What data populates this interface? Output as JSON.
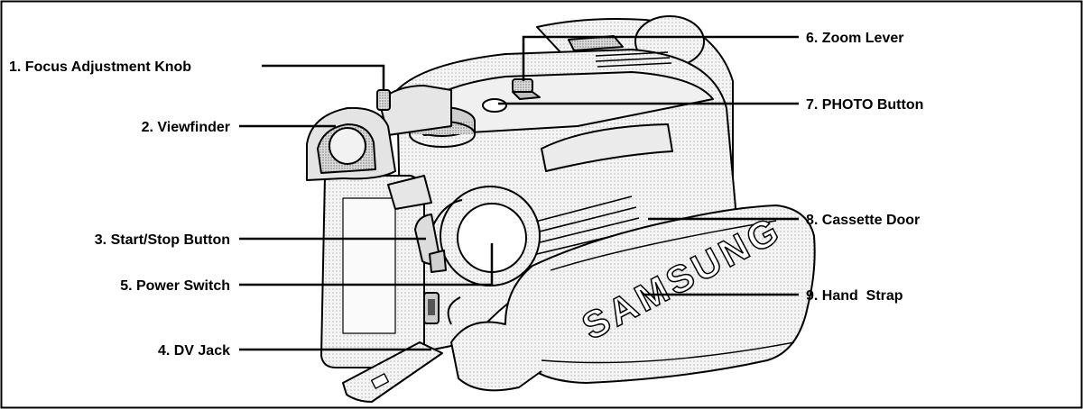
{
  "labels": {
    "focus_knob": "1. Focus Adjustment Knob",
    "viewfinder": "2. Viewfinder",
    "start_stop": "3. Start/Stop Button",
    "power_switch": "5. Power Switch",
    "dv_jack": "4. DV Jack",
    "zoom_lever": "6. Zoom Lever",
    "photo_button": "7. PHOTO Button",
    "cassette_door": "8. Cassette Door",
    "hand_strap": "9. Hand  Strap"
  },
  "strap_brand": "SAMSUNG"
}
